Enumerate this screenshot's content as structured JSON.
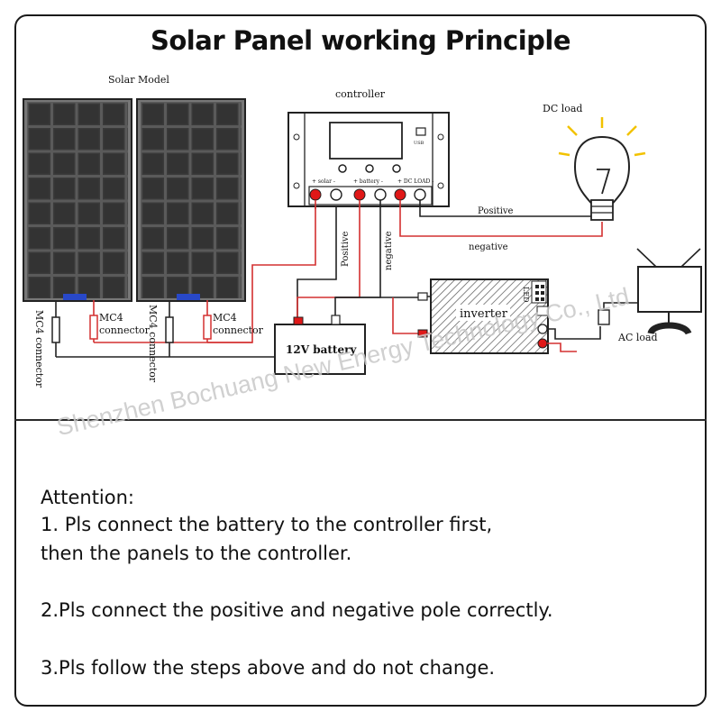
{
  "title": "Solar Panel working Principle",
  "diagram": {
    "solar_model_label": "Solar Model",
    "controller_label": "controller",
    "usb_label": "USB",
    "solar_terminal_label": "+ solar -",
    "battery_terminal_label": "+ battery -",
    "dc_load_terminal_label": "+ DC LOAD -",
    "dc_load_label": "DC load",
    "positive_label": "Positive",
    "negative_label": "negative",
    "positive_vertical_label": "Positive",
    "negative_vertical_label": "negative",
    "mc4_connector_label_1": "MC4 connector",
    "mc4_connector_label_2": "MC4 connector",
    "mc4_label_a": "MC4",
    "connector_label_a": "connector",
    "mc4_label_b": "MC4",
    "connector_label_b": "connector",
    "battery_label": "12V battery",
    "inverter_label": "inverter",
    "led_label": "LED",
    "ac_load_label": "AC load"
  },
  "watermark": "Shenzhen Bochuang New Energy Technology Co., Ltd",
  "notes": {
    "attention": "Attention:",
    "line1": "1. Pls connect the battery to the controller first,",
    "line2": "then the panels to the controller.",
    "line3": "2.Pls connect the positive and negative pole correctly.",
    "line4": "3.Pls follow the steps above and do not change."
  },
  "colors": {
    "wire_red": "#d43030",
    "wire_black": "#222222",
    "terminal_red": "#e01818",
    "connector_blue": "#2848c8",
    "frame": "#1a1a1a"
  }
}
